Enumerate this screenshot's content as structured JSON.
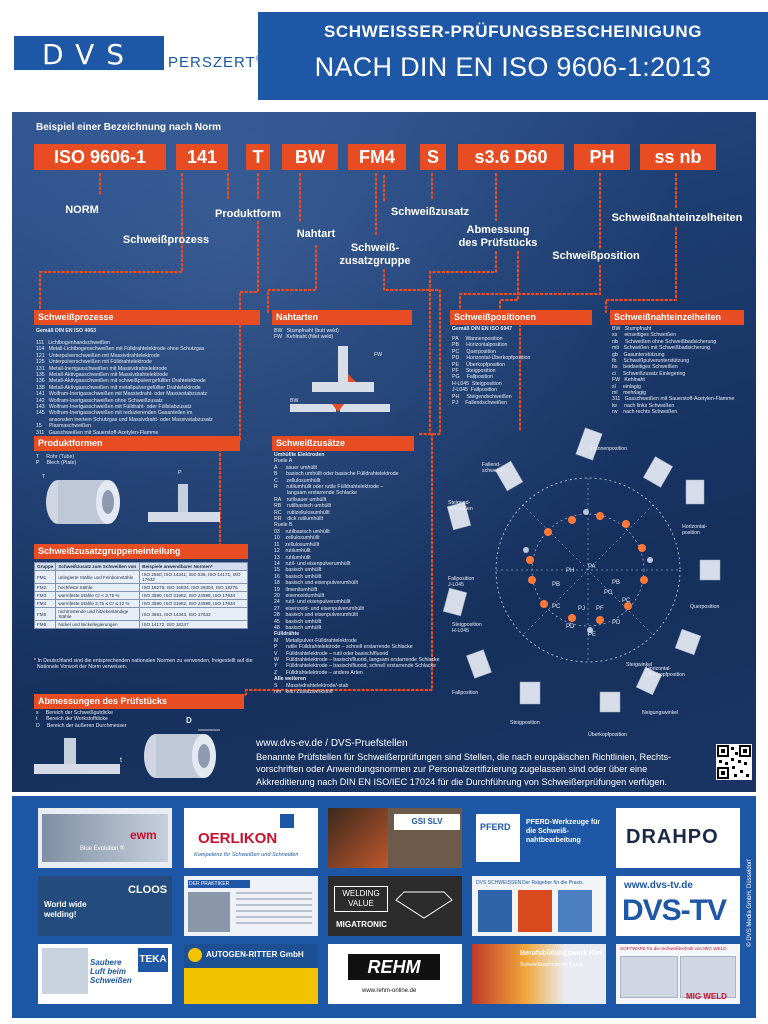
{
  "header": {
    "title": "SCHWEISSER-PRÜFUNGSBESCHEINIGUNG",
    "subtitle": "NACH DIN EN ISO 9606-1:2013",
    "logo": {
      "brand": "DVS",
      "suffix": "PERSZERT",
      "reg": "®"
    }
  },
  "example": {
    "heading": "Beispiel einer Bezeichnung nach Norm",
    "segments": [
      "ISO 9606-1",
      "141",
      "T",
      "BW",
      "FM4",
      "S",
      "s3.6 D60",
      "PH",
      "ss nb"
    ],
    "labels": {
      "norm": "NORM",
      "produktform": "Produktform",
      "schweissprozess": "Schweißprozess",
      "nahtart": "Nahtart",
      "zusatz": "Schweißzusatz",
      "zusatzgruppe_1": "Schweiß-",
      "zusatzgruppe_2": "zusatzgruppe",
      "abmessung_1": "Abmessung",
      "abmessung_2": "des Prüfstücks",
      "position": "Schweißposition",
      "einzelheiten": "Schweißnahteinzelheiten"
    }
  },
  "sections": {
    "prozesse": {
      "title": "Schweißprozesse",
      "note": "Gemäß DIN EN ISO 4063",
      "rows": [
        "111   Lichtbogenhandschweißen",
        "114   Metall-Lichtbogenschweißen mit Fülldrahtelektrode ohne Schutzgas",
        "121   Unterpulverschweißen mit Massivdrahtelektrode",
        "125   Unterpulverschweißen mit Fülldrahtelektrode",
        "131   Metall-Inertgasschweißen mit Massivdrahtelektrode",
        "135   Metall-Aktivgasschweißen mit Massivdrahtelektrode",
        "136   Metall-Aktivgasschweißen mit schweißpulvergefüllter Drahtelektrode",
        "138   Metall-Aktivgasschweißen mit metallpulvergefüllter Drahtelektrode",
        "141   Wolfram-Inertgasschweißen mit Massivdraht- oder Massivstabzusatz",
        "142   Wolfram-Inertgasschweißen ohne Schweißzusatz",
        "143   Wolfram-Inertgasschweißen mit Fülldraht- oder Füllstabzusatz",
        "145   Wolfram-Inertgasschweißen mit reduzierenden Gasanteilen im",
        "         ansonsten inertem Schutzgas und Massivdraht- oder Massivstabzusatz",
        "15     Plasmaschweißen",
        "311   Gasschweißen mit Sauerstoff-Acetylen-Flamme"
      ]
    },
    "nahtarten": {
      "title": "Nahtarten",
      "rows": [
        "BW   Stumpfnaht (butt weld)",
        "FW   Kehlnaht (fillet weld)"
      ],
      "fw": "FW",
      "bw": "BW"
    },
    "positionen": {
      "title": "Schweißpositionen",
      "note": "Gemäß DIN EN ISO 6947",
      "rows": [
        "PA     Wannenposition",
        "PB     Horizontalposition",
        "PC     Querposition",
        "PD     Horizontal-Überkopfposition",
        "PE     Überkopfposition",
        "PF     Steigposition",
        "PG     Fallposition",
        "H-L045  Steigposition",
        "J-L045  Fallposition",
        "PH     Steigendschweißen",
        "PJ     Fallendschweißen"
      ]
    },
    "einzelheiten": {
      "title": "Schweißnahteinzelheiten",
      "rows": [
        "BW   Stumpfnaht",
        "ss     einseitiges Schweißen",
        "nb     Schweißen ohne Schweißbadsicherung",
        "mb   Schweißen mit Schweißbadsicherung",
        "gb    Gasunterstützung",
        "fb     Schweißpulverunterstützung",
        "bs    beidseitiges Schweißen",
        "ci     Schweißzusatz Einlegering",
        "",
        "FW   Kehlnaht",
        "sl     einlagig",
        "ml    mehrlagig",
        "",
        "311   Gasschweißen mit Sauerstoff-Acetylen-Flamme",
        "lw     nach links Schweißen",
        "rw    nach rechts Schweißen"
      ]
    },
    "produktformen": {
      "title": "Produktformen",
      "rows": [
        "T     Rohr (Tube)",
        "P     Blech (Plate)"
      ],
      "t": "T",
      "p": "P"
    },
    "zusaetze": {
      "title": "Schweißzusätze",
      "rows": [
        "Umhüllte Elektroden",
        "Ruele A",
        "A      sauer umhüllt",
        "B      basisch umhüllt oder basische Fülldrahtelektrode",
        "C      zellulosumhüllt",
        "R      rutilumhüllt oder rutile Fülldrahtelektrode –",
        "         langsam erstarrende Schlacke",
        "RA    rutilsauer umhüllt",
        "RB    rutilbasisch umhüllt",
        "RC    rutilzellulosumhüllt",
        "RR    dick rutilumhüllt",
        "",
        "Ruele B",
        "03    rutilbasisch umhüllt",
        "10    zellulosumhüllt",
        "11    zellulosumhüllt",
        "12    rutilumhüllt",
        "13    rutilumhüllt",
        "14    rutil- und eisenpulverumhüllt",
        "15    basisch umhüllt",
        "16    basisch umhüllt",
        "18    basisch und eisenpulverumhüllt",
        "19    ilmenitumhüllt",
        "20    eisenoxidumhüllt",
        "24    rutil- und eisenpulverumhüllt",
        "27    eisenoxid- und eisenpulverumhüllt",
        "28    basisch und eisenpulverumhüllt",
        "45    basisch umhüllt",
        "48    basisch umhüllt",
        "",
        "Fülldrähte",
        "M     Metallpulver-Fülldrahtelektrode",
        "P      rutile Fülldrahtelektrode – schnell erstarrende Schlacke",
        "V      Fülldrahtelektrode – rutil oder basisch/fluorid",
        "W     Fülldrahtelektrode – basisch/fluorid, langsam erstarrende Schlacke",
        "Y      Fülldrahtelektrode – basisch/fluorid, schnell erstarrende Schlacke",
        "Z      Fülldrahtelektrode – andere Arten",
        "",
        "Alle weiteren",
        "S      Massivdrahtelektrode/-stab",
        "nm   kein Zusatzwerkstoff"
      ]
    },
    "gruppen": {
      "title": "Schweißzusatzgruppeneinteilung",
      "headers": [
        "Gruppe",
        "Schweißzusatz zum Schweißen von",
        "Beispiele anwendbarer Normen*"
      ],
      "rows": [
        [
          "FM1",
          "unlegierte Stähle und Feinkornstähle",
          "ISO 2560, ISO 14341, ISO 636, ISO 14171, ISO 17632"
        ],
        [
          "FM2",
          "hochfeste Stähle",
          "ISO 18275, ISO 16834, ISO 26304, ISO 18276"
        ],
        [
          "FM3",
          "warmfeste Stähle Cr < 3,75 %",
          "ISO 3580, ISO 21952, ISO 24598, ISO 17634"
        ],
        [
          "FM4",
          "warmfeste Stähle 3,75 ≤ Cr ≤ 12 %",
          "ISO 3580, ISO 21952, ISO 24598, ISO 17634"
        ],
        [
          "FM5",
          "nichtrostende und hitzebeständige Stähle",
          "ISO 3581, ISO 14343, ISO 17633"
        ],
        [
          "FM6",
          "Nickel und Nickellegierungen",
          "ISO 14172, ISO 18247"
        ]
      ],
      "footnote": "* In Deutschland sind die entsprechenden nationalen Normen zu verwenden, freigestellt auf die\n  Nationale Vorwort der Norm verweisen."
    },
    "abmessungen": {
      "title": "Abmessungen des Prüfstücks",
      "rows": [
        "s     Bereich der Schweißgutdicke",
        "t      Bereich der Werkstoffdicke",
        "D     Bereich der äußeren Durchmesser"
      ],
      "d": "D",
      "t": "t",
      "s": "s"
    },
    "diagram": {
      "labels": {
        "wanne": "Wannenposition",
        "fallend": "Fallend-\nschweißen",
        "steigend": "Steigend-\nschweißen",
        "horizontal": "Horizontal-\nposition",
        "fall_jl": "Fallposition\nJ-L045",
        "steig_hl": "Steigposition\nH-L045",
        "quer": "Querposition",
        "horiz_ueber": "Horizontal-\nÜberkopfposition",
        "fall": "Fallposition",
        "steig": "Steigposition",
        "ueberkopf": "Überkopfposition",
        "steigwinkel": "Steigwinkel",
        "neigung": "Neigungswinkel"
      },
      "ring": [
        "PA",
        "PB",
        "PC",
        "PD",
        "PE",
        "PD",
        "PC",
        "PB",
        "PH",
        "PJ",
        "PF",
        "PG"
      ]
    }
  },
  "info": {
    "link": "www.dvs-ev.de / DVS-Pruefstellen",
    "text": "Benannte Prüfstellen für Schweißerprüfungen sind Stellen, die nach europäischen Richtlinien, Rechts-\nvorschriften oder Anwendungsnormen zur Personalzertifizierung zugelassen sind oder über eine\nAkkreditierung nach DIN EN ISO/IEC 17024 für die Durchführung von Schweißerprüfungen verfügen."
  },
  "ads": [
    {
      "name": "ewm",
      "text": "ewm",
      "sub": "Blue Evolution ®"
    },
    {
      "name": "oerlikon",
      "text": "OERLIKON",
      "sub": "Kompetenz für Schweißen und Schneiden"
    },
    {
      "name": "gsi",
      "text": "GSI SLV",
      "sub": ""
    },
    {
      "name": "pferd",
      "text": "PFERD",
      "sub": "PFERD-Werkzeuge für die Schweiß-nahtbearbeitung"
    },
    {
      "name": "drahpo",
      "text": "DRAHPO",
      "sub": ""
    },
    {
      "name": "cloos",
      "text": "CLOOS",
      "sub": "World wide welding!"
    },
    {
      "name": "praktiker",
      "text": "DER PRAKTIKER",
      "sub": ""
    },
    {
      "name": "migatronic",
      "text": "WELDING VALUE",
      "sub": "MIGATRONIC"
    },
    {
      "name": "dvs-buch",
      "text": "DVS SCHWEISSEN",
      "sub": "Der Ratgeber für die Praxis"
    },
    {
      "name": "dvs-tv",
      "text": "DVS-TV",
      "sub": "www.dvs-tv.de"
    },
    {
      "name": "teka",
      "text": "TEKA",
      "sub": "Saubere Luft beim Schweißen"
    },
    {
      "name": "autogen-ritter",
      "text": "AUTOGEN-RITTER GmbH",
      "sub": ""
    },
    {
      "name": "rehm",
      "text": "REHM",
      "sub": "www.rehm-online.de"
    },
    {
      "name": "gbw",
      "text": "Berufsbildungswerk Kiel",
      "sub": "Schweißtechnische Kurse"
    },
    {
      "name": "mig-weld",
      "text": "MIG WELD",
      "sub": "SOFTWARE für die Schweißtechnik von MIG WELD"
    }
  ],
  "copyright": "© DVS Media GmbH, Düsseldorf"
}
